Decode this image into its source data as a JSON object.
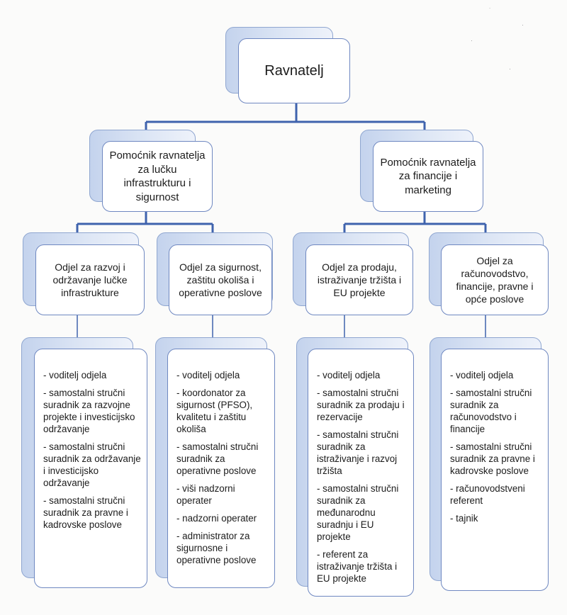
{
  "director": {
    "title": "Ravnatelj"
  },
  "assistants": [
    {
      "label": "Pomoćnik ravnatelja za lučku infrastrukturu i sigurnost"
    },
    {
      "label": "Pomoćnik ravnatelja za financije i marketing"
    }
  ],
  "departments": [
    {
      "label": "Odjel za razvoj i održavanje lučke infrastrukture",
      "positions": [
        "- voditelj odjela",
        "- samostalni stručni suradnik za razvojne projekte i investicijsko održavanje",
        "- samostalni stručni suradnik za održavanje i investicijsko održavanje",
        "- samostalni  stručni suradnik za pravne  i kadrovske poslove"
      ]
    },
    {
      "label": "Odjel za sigurnost, zaštitu okoliša i operativne poslove",
      "positions": [
        "- voditelj odjela",
        "- koordonator za sigurnost (PFSO), kvalitetu i zaštitu okoliša",
        "- samostalni stručni suradnik za operativne poslove",
        " - viši nadzorni operater",
        "- nadzorni operater",
        "- administrator za sigurnosne i operativne poslove"
      ]
    },
    {
      "label": "Odjel za prodaju, istraživanje tržišta i EU projekte",
      "positions": [
        "- voditelj odjela",
        "- samostalni stručni suradnik za prodaju i rezervacije",
        "- samostalni stručni suradnik za istraživanje i razvoj tržišta",
        "- samostalni stručni suradnik  za međunarodnu suradnju i EU projekte",
        "- referent za istraživanje tržišta i EU projekte"
      ]
    },
    {
      "label": "Odjel za računovodstvo, financije, pravne i opće poslove",
      "positions": [
        "- voditelj odjela",
        "- samostalni stručni suradnik za računovodstvo i financije",
        "- samostalni stručni suradnik za pravne i kadrovske poslove",
        "- računovodstveni referent",
        "- tajnik"
      ]
    }
  ],
  "colors": {
    "connector": "#3f63ad",
    "box_border": "#6f88c1",
    "shadow_fill": "#c4d3ed"
  }
}
